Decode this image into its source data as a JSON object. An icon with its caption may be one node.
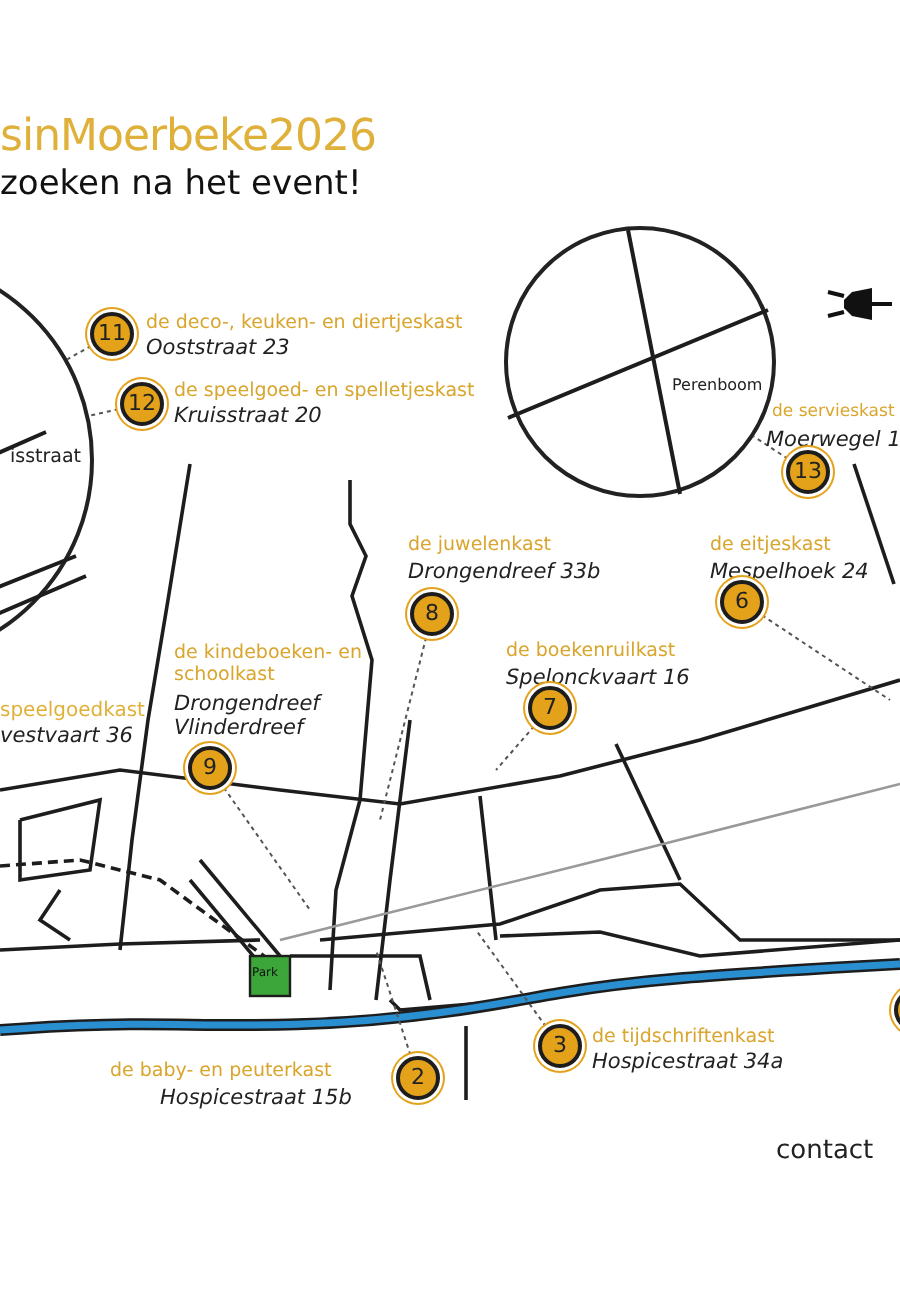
{
  "diagram": {
    "title": "sinMoerbeke2026",
    "nodes": [
      {
        "text": [
          "isstraat"
        ]
      },
      {
        "text": [
          "Perenboom"
        ]
      },
      {
        "text": [
          "11",
          "de deco-, keuken- en diertjeskast",
          "Ooststraat 23"
        ]
      },
      {
        "text": [
          "12",
          "de speelgoed- en spelletjeskast",
          "Kruisstraat 20"
        ]
      },
      {
        "text": [
          "de servieskast",
          "Moerwegel 1",
          "13"
        ]
      },
      {
        "text": [
          "de juwelenkast",
          "Drongendreef 33b",
          "8"
        ]
      },
      {
        "text": [
          "de eitjeskast",
          "Mespelhoek 24",
          "6"
        ]
      },
      {
        "text": [
          "de boekenruilkast",
          "Spelonckvaart 16",
          "7"
        ]
      },
      {
        "text": [
          "de kindeboeken- en schoolkast",
          "Drongendreef Vlinderdreef",
          "9"
        ]
      },
      {
        "text": [
          "de baby- en peuterkast",
          "Hospicestraat 15b",
          "2"
        ]
      },
      {
        "text": [
          "3",
          "de tijdschriftenkast",
          "Hospicestraat 34a"
        ]
      },
      {
        "text": [],
        "shape": "circle"
      }
    ],
    "edges": [
      {
        "from": 2,
        "to": 0,
        "arrow": "none",
        "style": "dashed"
      },
      {
        "from": 3,
        "to": 0,
        "arrow": "none",
        "style": "dashed"
      },
      {
        "from": 4,
        "to": 1,
        "arrow": "none",
        "style": "dashed"
      },
      {
        "from": 5,
        "to": null,
        "arrow": "none",
        "style": "dashed"
      },
      {
        "from": 6,
        "to": null,
        "arrow": "none",
        "style": "dashed"
      },
      {
        "from": 7,
        "to": null,
        "arrow": "none",
        "style": "dashed"
      },
      {
        "from": 8,
        "to": null,
        "arrow": "none",
        "style": "dashed"
      },
      {
        "from": 9,
        "to": null,
        "arrow": "none",
        "style": "dashed"
      },
      {
        "from": 10,
        "to": null,
        "arrow": "none",
        "style": "dashed"
      }
    ],
    "labels": [
      "zoeken na het event!",
      "speelgoedkast",
      "vestvaart 36",
      "Park",
      "contact"
    ]
  }
}
